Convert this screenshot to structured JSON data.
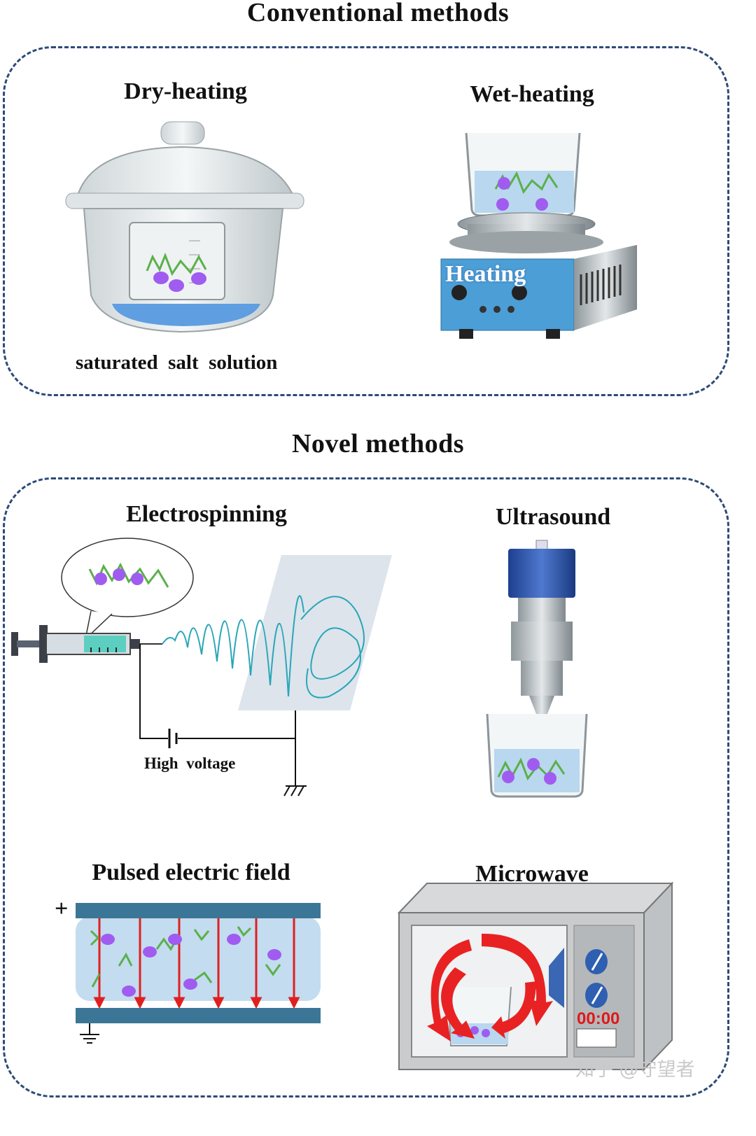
{
  "sections": {
    "conventional": {
      "title": "Conventional methods",
      "dry_heating": {
        "label": "Dry-heating",
        "caption": "saturated  salt  solution"
      },
      "wet_heating": {
        "label": "Wet-heating",
        "device_text": "Heating"
      }
    },
    "novel": {
      "title": "Novel methods",
      "electrospinning": {
        "label": "Electrospinning",
        "voltage_label": "High  voltage"
      },
      "ultrasound": {
        "label": "Ultrasound"
      },
      "pulsed_electric_field": {
        "label": "Pulsed electric field",
        "plus_sign": "+"
      },
      "microwave": {
        "label": "Microwave",
        "timer": "00:00"
      }
    }
  },
  "watermark": "知乎 @守望者",
  "colors": {
    "border": "#2d4a78",
    "protein": "#a05cf0",
    "polysaccharide": "#5bb04a",
    "liquid": "#9fc6e8",
    "field_arrow": "#e02020",
    "fiber": "#2aa6b8"
  }
}
